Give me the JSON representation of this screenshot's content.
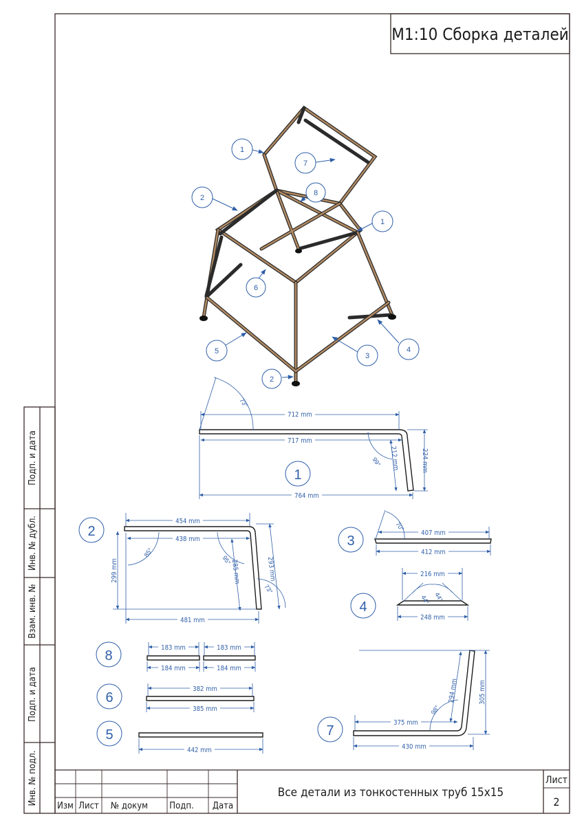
{
  "sheet": {
    "title": "М1:10 Сборка деталей",
    "note": "Все детали из тонкостенных труб 15x15",
    "sheet_label": "Лист",
    "sheet_number": "2",
    "stamp_columns": [
      "Изм",
      "Лист",
      "№ докум",
      "Подп.",
      "Дата"
    ],
    "side_labels": [
      "Инв. № подл.",
      "Подп. и дата",
      "Взам. инв. №",
      "Инв. № дубл.",
      "Подп. и дата"
    ]
  },
  "assembly": {
    "callouts": [
      "1",
      "7",
      "2",
      "8",
      "1",
      "6",
      "5",
      "3",
      "4",
      "2"
    ]
  },
  "parts": {
    "p1": {
      "number": "1",
      "dims": [
        "712 mm",
        "717 mm",
        "764 mm",
        "212 mm",
        "224 mm"
      ],
      "angles": [
        "73°",
        "99°"
      ]
    },
    "p2": {
      "number": "2",
      "dims": [
        "454 mm",
        "438 mm",
        "481 mm",
        "299 mm",
        "285 mm",
        "293 mm"
      ],
      "angles": [
        "85°",
        "95°",
        "73°"
      ]
    },
    "p3": {
      "number": "3",
      "dims": [
        "407 mm",
        "412 mm"
      ],
      "angles": [
        "70°"
      ]
    },
    "p4": {
      "number": "4",
      "dims": [
        "216 mm",
        "248 mm"
      ],
      "angles": [
        "44°",
        "44°"
      ]
    },
    "p8": {
      "number": "8",
      "dims": [
        "183 mm",
        "183 mm",
        "184 mm",
        "184 mm"
      ]
    },
    "p6": {
      "number": "6",
      "dims": [
        "382 mm",
        "385 mm"
      ]
    },
    "p5": {
      "number": "5",
      "dims": [
        "442 mm"
      ]
    },
    "p7": {
      "number": "7",
      "dims": [
        "375 mm",
        "430 mm",
        "294 mm",
        "305 mm"
      ],
      "angles": [
        "98°"
      ]
    }
  },
  "colors": {
    "dimension": "#2f5fa8",
    "frame": "#3a2a2a",
    "tube": "#9c7a5a"
  }
}
